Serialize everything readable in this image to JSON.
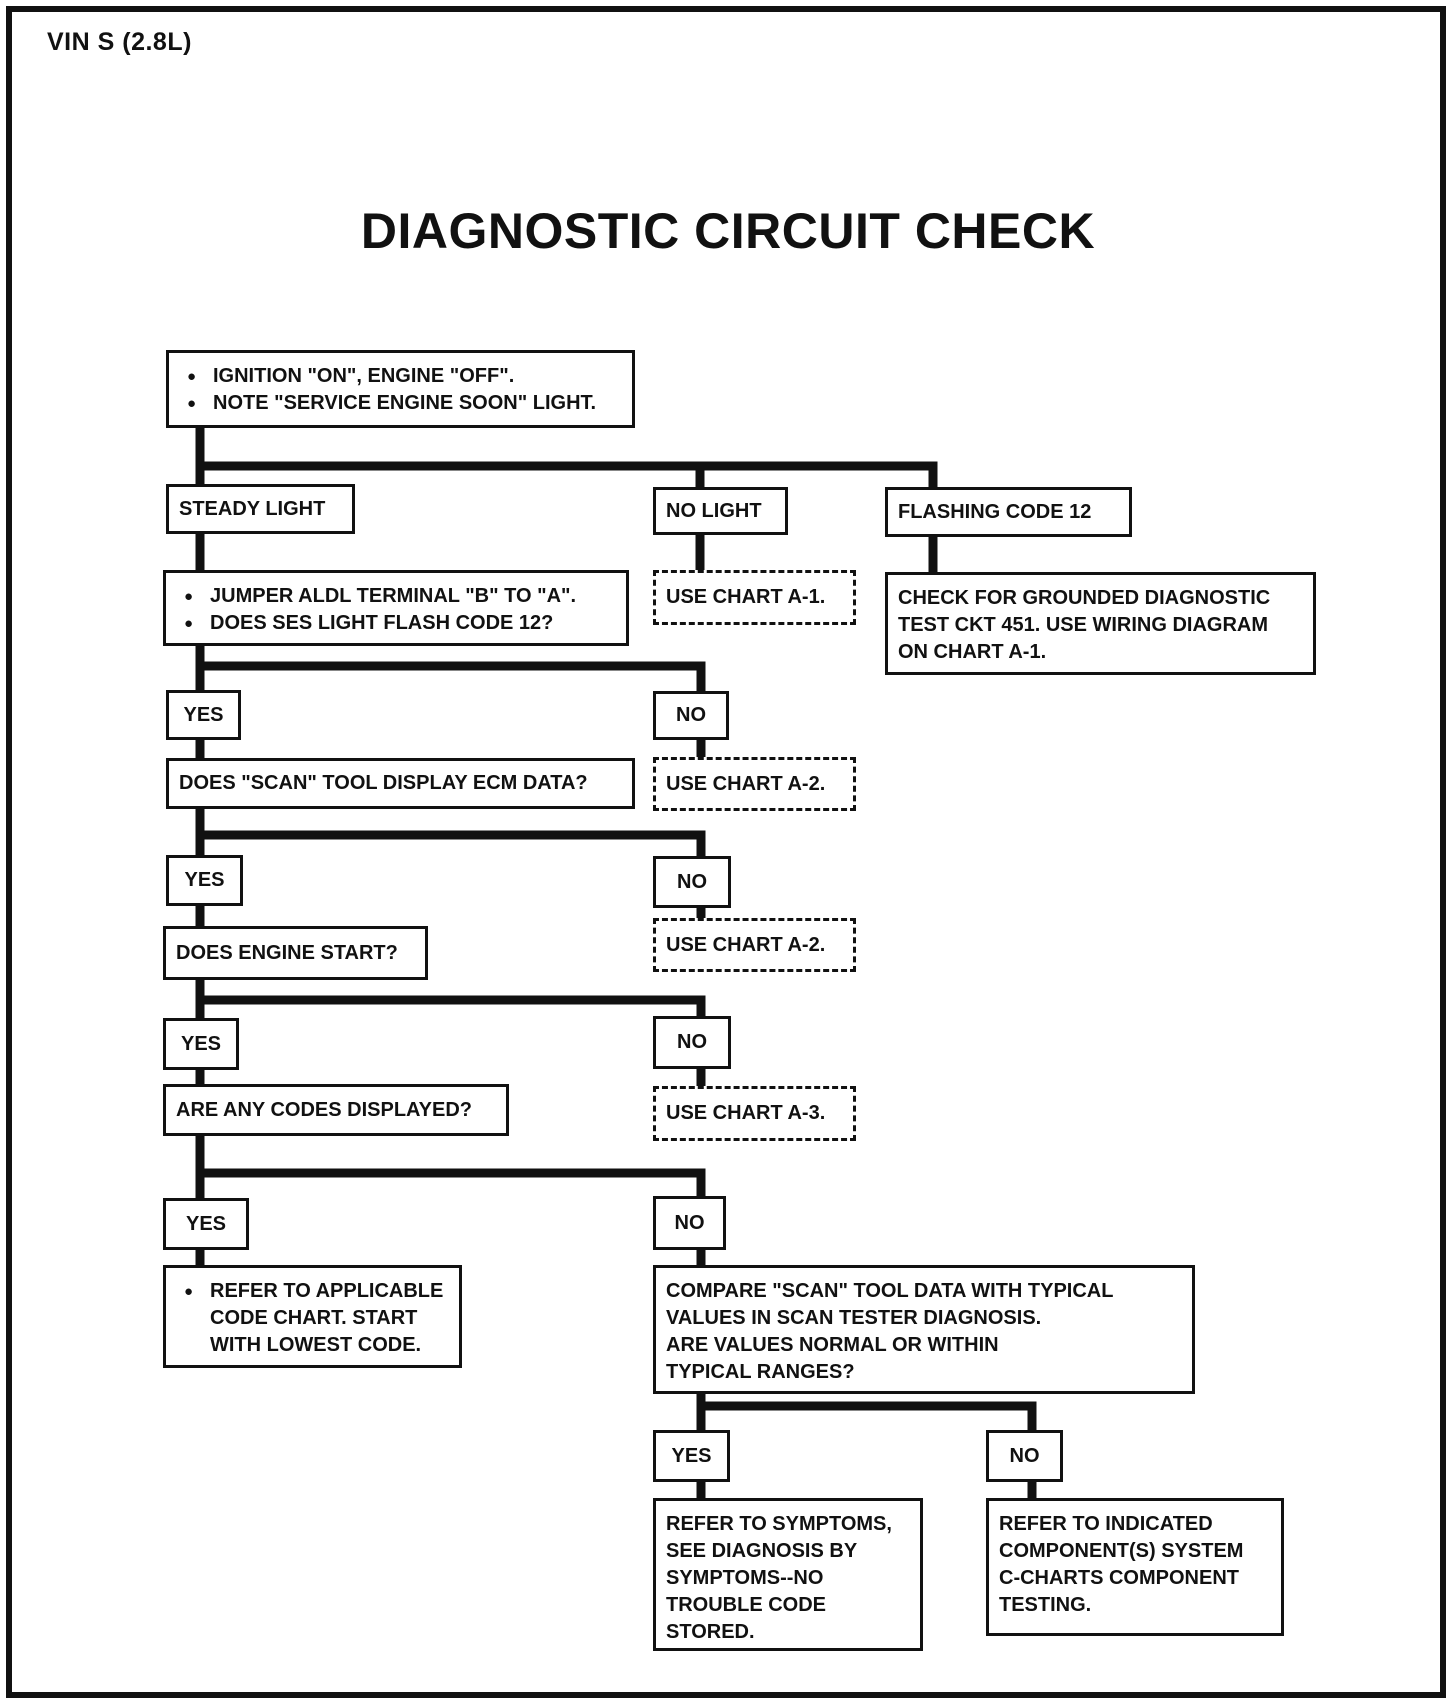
{
  "header": {
    "vin": "VIN S (2.8L)"
  },
  "title": "DIAGNOSTIC CIRCUIT CHECK",
  "nodes": {
    "start": [
      "IGNITION \"ON\", ENGINE \"OFF\".",
      "NOTE \"SERVICE ENGINE SOON\" LIGHT."
    ],
    "steady": "STEADY LIGHT",
    "nolight": "NO LIGHT",
    "flashing": "FLASHING CODE 12",
    "jumper": [
      "JUMPER ALDL TERMINAL \"B\" TO \"A\".",
      "DOES SES LIGHT FLASH CODE 12?"
    ],
    "chart_a1": "USE CHART A-1.",
    "grounded": [
      "CHECK FOR GROUNDED DIAGNOSTIC",
      "TEST CKT 451. USE WIRING DIAGRAM",
      "ON CHART A-1."
    ],
    "yes1": "YES",
    "no1": "NO",
    "scan": "DOES \"SCAN\" TOOL DISPLAY ECM DATA?",
    "chart_a2a": "USE CHART A-2.",
    "yes2": "YES",
    "no2": "NO",
    "engine": "DOES ENGINE START?",
    "chart_a2b": "USE CHART A-2.",
    "yes3": "YES",
    "no3": "NO",
    "codes": "ARE ANY CODES DISPLAYED?",
    "chart_a3": "USE CHART A-3.",
    "yes4": "YES",
    "no4": "NO",
    "refer_code": [
      "REFER TO APPLICABLE",
      "CODE CHART. START",
      "WITH LOWEST CODE."
    ],
    "compare": [
      "COMPARE \"SCAN\" TOOL DATA WITH TYPICAL",
      "VALUES IN SCAN TESTER DIAGNOSIS.",
      "ARE VALUES NORMAL OR WITHIN",
      "TYPICAL RANGES?"
    ],
    "yes5": "YES",
    "no5": "NO",
    "symptoms": [
      "REFER TO SYMPTOMS,",
      "SEE DIAGNOSIS BY",
      "SYMPTOMS--NO",
      "TROUBLE CODE",
      "STORED."
    ],
    "component": [
      "REFER TO INDICATED",
      "COMPONENT(S) SYSTEM",
      "C-CHARTS COMPONENT",
      "TESTING."
    ]
  }
}
